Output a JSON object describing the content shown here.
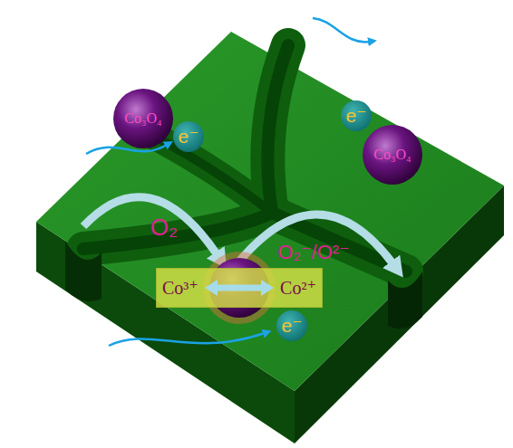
{
  "diagram": {
    "nodes": [
      {
        "text": [
          "Co₃O₄"
        ]
      },
      {
        "text": [
          "e⁻"
        ]
      },
      {
        "text": [
          "e⁻"
        ]
      },
      {
        "text": [
          "Co₃O₄"
        ]
      },
      {
        "text": [
          "Co³⁺",
          "Co²⁺"
        ]
      },
      {
        "text": [
          "e⁻"
        ]
      }
    ],
    "labels": [
      "O₂",
      "O₂⁻/O²⁻"
    ]
  }
}
